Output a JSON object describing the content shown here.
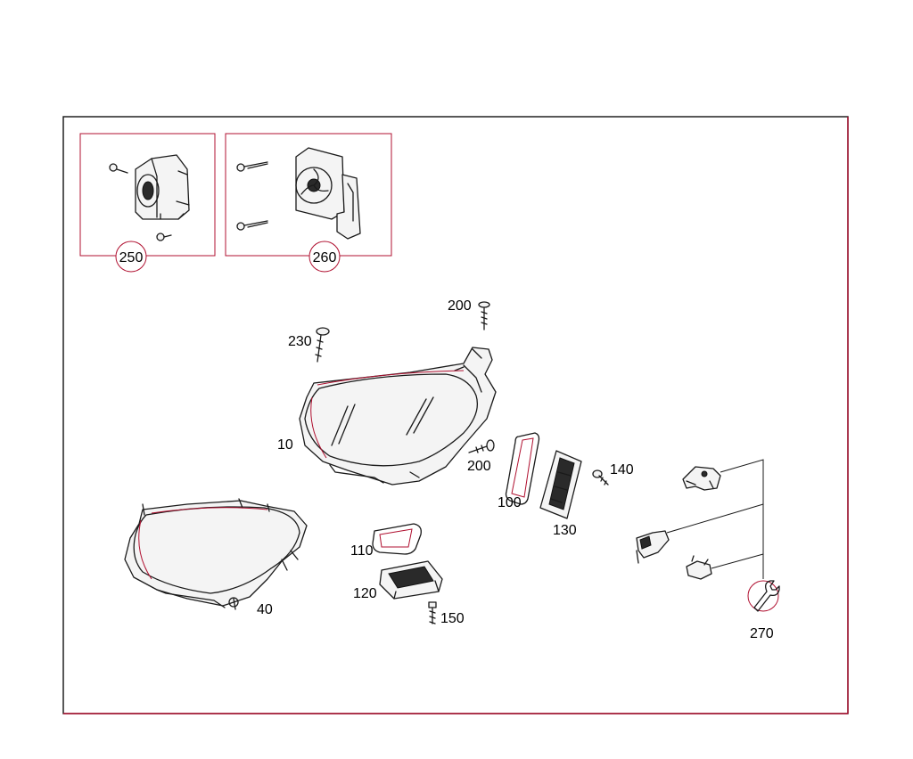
{
  "diagram": {
    "colors": {
      "frame_red": "#b01030",
      "line": "#1a1a1a"
    },
    "inset_callouts": [
      {
        "id": "p250",
        "label": "250"
      },
      {
        "id": "p260",
        "label": "260"
      }
    ],
    "callouts": [
      {
        "id": "p200a",
        "label": "200"
      },
      {
        "id": "p230",
        "label": "230"
      },
      {
        "id": "p10",
        "label": "10"
      },
      {
        "id": "p200b",
        "label": "200"
      },
      {
        "id": "p100",
        "label": "100"
      },
      {
        "id": "p140",
        "label": "140"
      },
      {
        "id": "p130",
        "label": "130"
      },
      {
        "id": "p110",
        "label": "110"
      },
      {
        "id": "p120",
        "label": "120"
      },
      {
        "id": "p150",
        "label": "150"
      },
      {
        "id": "p40",
        "label": "40"
      },
      {
        "id": "p270",
        "label": "270"
      }
    ],
    "icons": {
      "wrench": "wrench-icon"
    }
  }
}
